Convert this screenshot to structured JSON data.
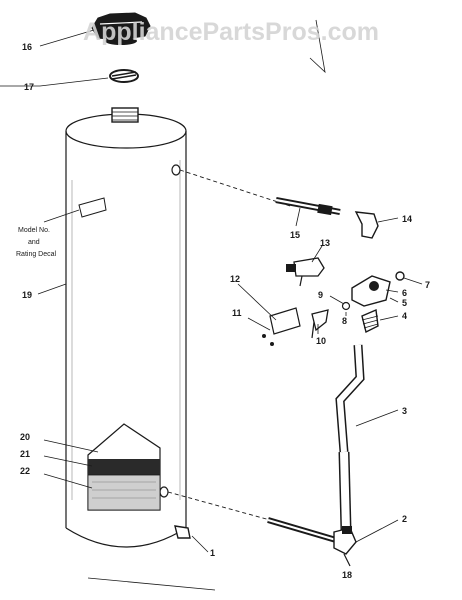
{
  "watermark": "AppliancePartsPros.com",
  "decal_label": [
    "Model No.",
    "and",
    "Rating Decal"
  ],
  "callouts": {
    "c1": "1",
    "c2": "2",
    "c3": "3",
    "c4": "4",
    "c5": "5",
    "c6": "6",
    "c7": "7",
    "c8": "8",
    "c9": "9",
    "c10": "10",
    "c11": "11",
    "c12": "12",
    "c13": "13",
    "c14": "14",
    "c15": "15",
    "c16": "16",
    "c17": "17",
    "c18": "18",
    "c19": "19",
    "c20": "20",
    "c21": "21",
    "c22": "22"
  },
  "colors": {
    "ink": "#1a1a1a",
    "watermark": "#d4d4d4",
    "background": "#ffffff"
  }
}
